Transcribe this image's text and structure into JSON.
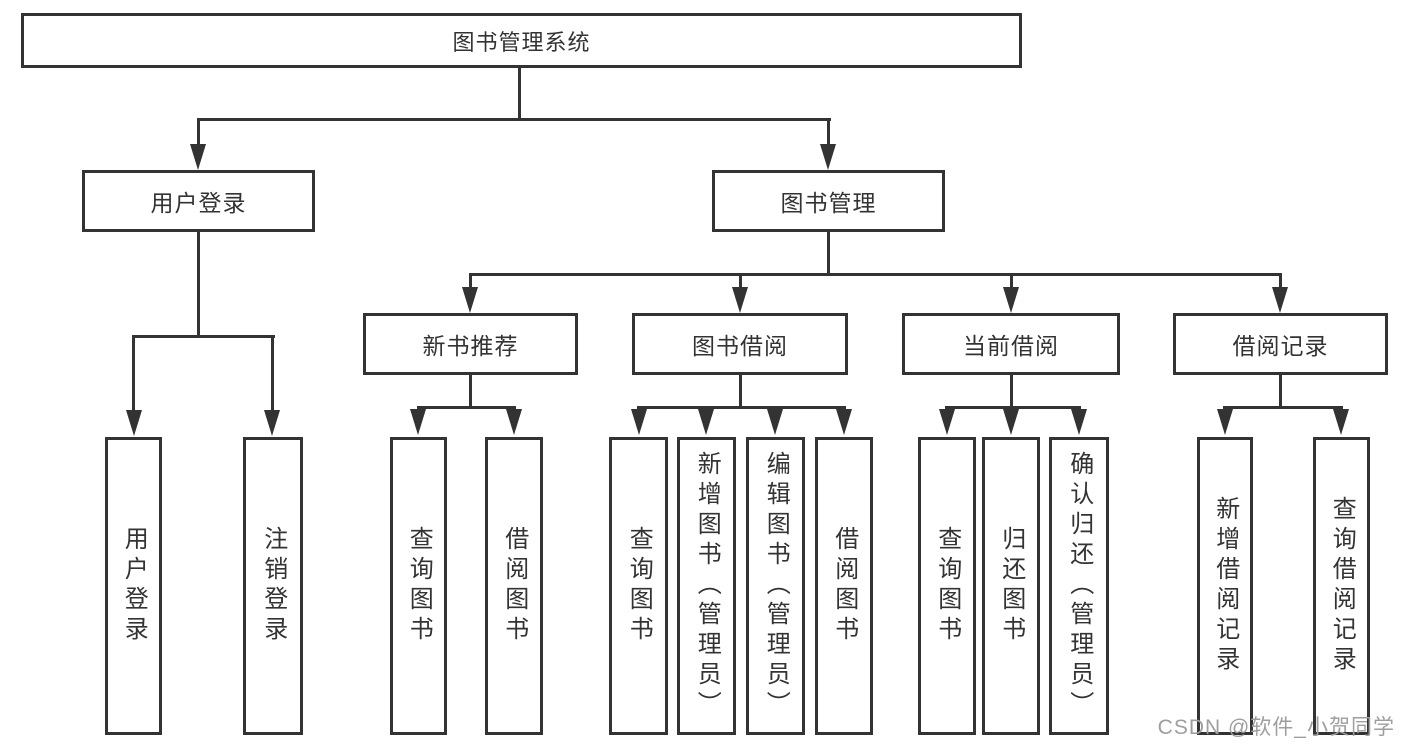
{
  "tree": {
    "root": "图书管理系统",
    "children": [
      {
        "label": "用户登录",
        "children": [
          "用户登录",
          "注销登录"
        ]
      },
      {
        "label": "图书管理",
        "children": [
          {
            "label": "新书推荐",
            "children": [
              "查询图书",
              "借阅图书"
            ]
          },
          {
            "label": "图书借阅",
            "children": [
              "查询图书",
              "新增图书（管理员）",
              "编辑图书（管理员）",
              "借阅图书"
            ]
          },
          {
            "label": "当前借阅",
            "children": [
              "查询图书",
              "归还图书",
              "确认归还（管理员）"
            ]
          },
          {
            "label": "借阅记录",
            "children": [
              "新增借阅记录",
              "查询借阅记录"
            ]
          }
        ]
      }
    ]
  },
  "watermark": "CSDN @软件_小贺同学",
  "colors": {
    "line": "#333333",
    "text": "#333333",
    "background": "#ffffff",
    "watermark": "#9e9e9e"
  }
}
